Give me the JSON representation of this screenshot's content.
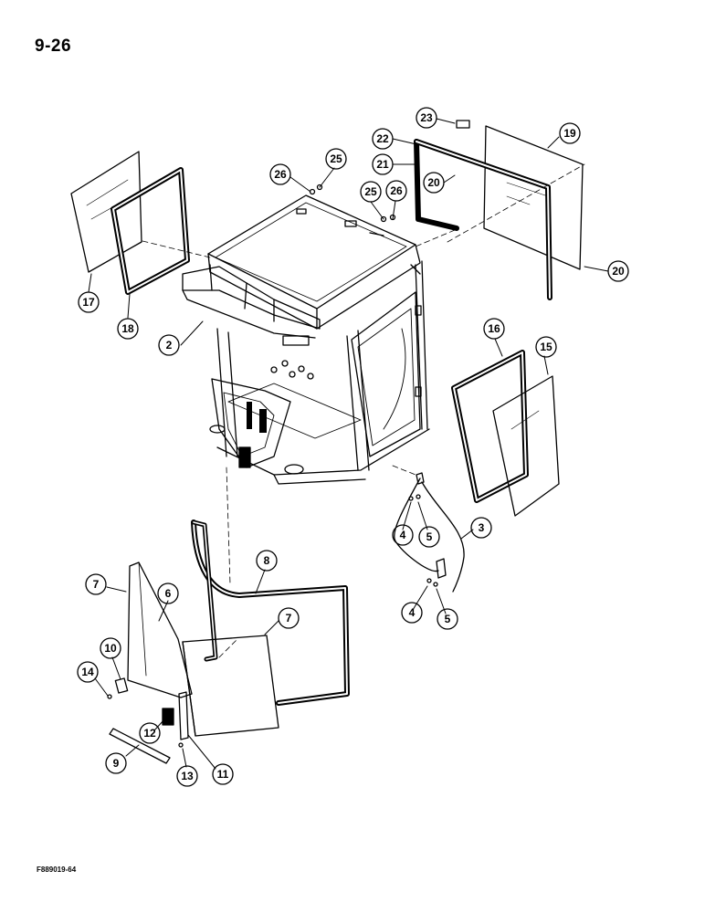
{
  "page": {
    "number": "9-26",
    "figure_code": "F889019-64"
  },
  "callouts": [
    {
      "id": "callout-2",
      "label": "2"
    },
    {
      "id": "callout-3",
      "label": "3"
    },
    {
      "id": "callout-4a",
      "label": "4"
    },
    {
      "id": "callout-5a",
      "label": "5"
    },
    {
      "id": "callout-4b",
      "label": "4"
    },
    {
      "id": "callout-5b",
      "label": "5"
    },
    {
      "id": "callout-6",
      "label": "6"
    },
    {
      "id": "callout-7a",
      "label": "7"
    },
    {
      "id": "callout-7b",
      "label": "7"
    },
    {
      "id": "callout-8",
      "label": "8"
    },
    {
      "id": "callout-9",
      "label": "9"
    },
    {
      "id": "callout-10",
      "label": "10"
    },
    {
      "id": "callout-11",
      "label": "11"
    },
    {
      "id": "callout-12",
      "label": "12"
    },
    {
      "id": "callout-13",
      "label": "13"
    },
    {
      "id": "callout-14",
      "label": "14"
    },
    {
      "id": "callout-15",
      "label": "15"
    },
    {
      "id": "callout-16",
      "label": "16"
    },
    {
      "id": "callout-17",
      "label": "17"
    },
    {
      "id": "callout-18",
      "label": "18"
    },
    {
      "id": "callout-19",
      "label": "19"
    },
    {
      "id": "callout-20a",
      "label": "20"
    },
    {
      "id": "callout-20b",
      "label": "20"
    },
    {
      "id": "callout-21",
      "label": "21"
    },
    {
      "id": "callout-22",
      "label": "22"
    },
    {
      "id": "callout-23",
      "label": "23"
    },
    {
      "id": "callout-25a",
      "label": "25"
    },
    {
      "id": "callout-26a",
      "label": "26"
    },
    {
      "id": "callout-25b",
      "label": "25"
    },
    {
      "id": "callout-26b",
      "label": "26"
    }
  ]
}
